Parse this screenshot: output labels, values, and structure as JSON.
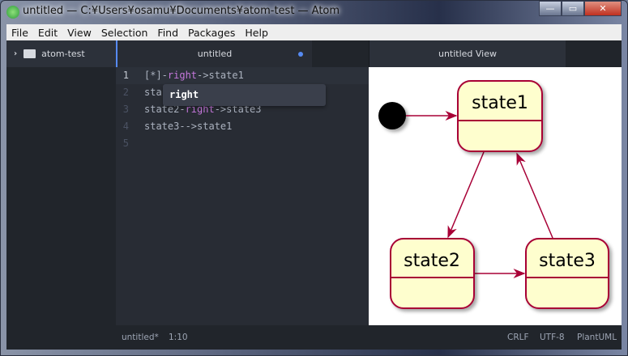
{
  "window": {
    "title": "untitled — C:¥Users¥osamu¥Documents¥atom-test — Atom",
    "controls": {
      "minimize": "—",
      "maximize": "▭",
      "close": "✕"
    }
  },
  "menu": [
    "File",
    "Edit",
    "View",
    "Selection",
    "Find",
    "Packages",
    "Help"
  ],
  "tree": {
    "root": "atom-test"
  },
  "tabs": [
    {
      "label": "untitled",
      "modified": true
    },
    {
      "label": "untitled View"
    }
  ],
  "editor": {
    "lines": [
      {
        "n": "1",
        "parts": [
          [
            "[*]-",
            ""
          ],
          [
            "right",
            "kw"
          ],
          [
            "->state1",
            ""
          ]
        ]
      },
      {
        "n": "2",
        "parts": [
          [
            "sta",
            ""
          ]
        ]
      },
      {
        "n": "3",
        "parts": [
          [
            "state2-",
            ""
          ],
          [
            "right",
            "kw"
          ],
          [
            "->state3",
            ""
          ]
        ]
      },
      {
        "n": "4",
        "parts": [
          [
            "state3-->state1",
            ""
          ]
        ]
      },
      {
        "n": "5",
        "parts": []
      }
    ],
    "autocomplete": "right"
  },
  "diagram": {
    "states": [
      "state1",
      "state2",
      "state3"
    ],
    "colors": {
      "fill": "#FEFECE",
      "border": "#A80036"
    }
  },
  "status": {
    "file": "untitled*",
    "cursor": "1:10",
    "line_ending": "CRLF",
    "encoding": "UTF-8",
    "grammar": "PlantUML"
  }
}
